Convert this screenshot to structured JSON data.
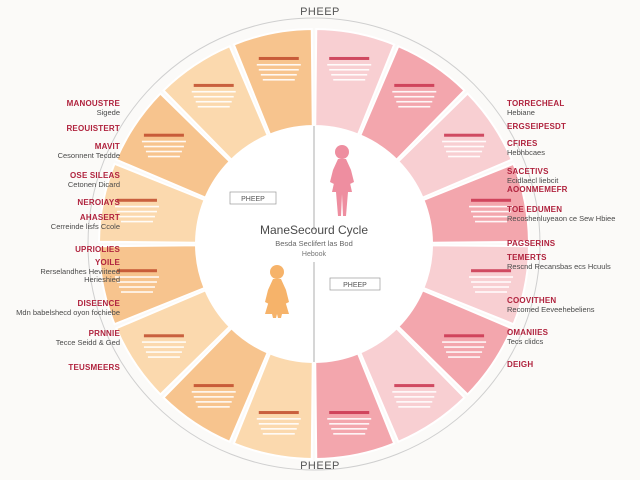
{
  "title": "ManeSecourd Cycle",
  "subtitle": "Besda Seclifert las Bod",
  "subtitle2": "Hebook",
  "top_label": "PHEEP",
  "bottom_label": "PHEEP",
  "center_tag_upper": "PHEEP",
  "center_tag_lower": "PHEEP",
  "colors": {
    "warm_light": "#fbd9ae",
    "warm_mid": "#f7c48e",
    "pink_light": "#f8cfd2",
    "pink_mid": "#f3a6ad",
    "figure_pink": "#ee8ea0",
    "figure_orange": "#f6b36a",
    "heading_red": "#b0233e"
  },
  "left_labels": [
    {
      "h": "MANOUSTRE",
      "s": "Sigede"
    },
    {
      "h": "REOUISTERT",
      "s": ""
    },
    {
      "h": "MAVIT",
      "s": "Cesonnent Tecdde"
    },
    {
      "h": "OSE SILEAS",
      "s": "Cetonen Dicard"
    },
    {
      "h": "NEROIAYS",
      "s": ""
    },
    {
      "h": "AHASERT",
      "s": "Cerreinde lisfs Ccole"
    },
    {
      "h": "UPRIOLIES",
      "s": ""
    },
    {
      "h": "YOILE",
      "s": "Rerselandhes Heviiteed Herieshied"
    },
    {
      "h": "DISEENCE",
      "s": "Mdn babelshecd oyon fochiebe"
    },
    {
      "h": "PRNNIE",
      "s": "Tecce Seidd & Ged"
    },
    {
      "h": "TEUSMEERS",
      "s": ""
    }
  ],
  "right_labels": [
    {
      "h": "TORRECHEAL",
      "s": "Hebiane"
    },
    {
      "h": "ERGSEIPESDT",
      "s": ""
    },
    {
      "h": "CFIRES",
      "s": "Hebhbcaes"
    },
    {
      "h": "SACETIVS",
      "s": "Ecidlaecl liebcit"
    },
    {
      "h": "AOONMEMEFR",
      "s": ""
    },
    {
      "h": "TOE EDUMEN",
      "s": "Recoshenluyeaon ce Sew Hbiee"
    },
    {
      "h": "PAGSERINS",
      "s": ""
    },
    {
      "h": "TEMERTS",
      "s": "Rescnd Recansbas ecs Hcuuls"
    },
    {
      "h": "COOVITHEN",
      "s": "Recomed Eeveehebeliens"
    },
    {
      "h": "OMANIIES",
      "s": "Tecs clidcs"
    },
    {
      "h": "DEIGH",
      "s": ""
    }
  ]
}
